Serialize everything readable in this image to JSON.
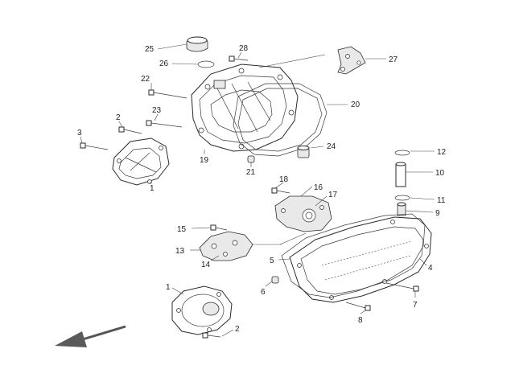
{
  "diagram": {
    "callouts": [
      {
        "id": "c25",
        "text": "25"
      },
      {
        "id": "c26",
        "text": "26"
      },
      {
        "id": "c28",
        "text": "28"
      },
      {
        "id": "c27",
        "text": "27"
      },
      {
        "id": "c22",
        "text": "22"
      },
      {
        "id": "c20",
        "text": "20"
      },
      {
        "id": "c23",
        "text": "23"
      },
      {
        "id": "c2a",
        "text": "2"
      },
      {
        "id": "c3",
        "text": "3"
      },
      {
        "id": "c19",
        "text": "19"
      },
      {
        "id": "c24",
        "text": "24"
      },
      {
        "id": "c21",
        "text": "21"
      },
      {
        "id": "c1a",
        "text": "1"
      },
      {
        "id": "c12",
        "text": "12"
      },
      {
        "id": "c10",
        "text": "10"
      },
      {
        "id": "c18",
        "text": "18"
      },
      {
        "id": "c16",
        "text": "16"
      },
      {
        "id": "c17",
        "text": "17"
      },
      {
        "id": "c11",
        "text": "11"
      },
      {
        "id": "c9",
        "text": "9"
      },
      {
        "id": "c15",
        "text": "15"
      },
      {
        "id": "c13",
        "text": "13"
      },
      {
        "id": "c14",
        "text": "14"
      },
      {
        "id": "c5",
        "text": "5"
      },
      {
        "id": "c4",
        "text": "4"
      },
      {
        "id": "c6",
        "text": "6"
      },
      {
        "id": "c7",
        "text": "7"
      },
      {
        "id": "c1b",
        "text": "1"
      },
      {
        "id": "c8",
        "text": "8"
      },
      {
        "id": "c2b",
        "text": "2"
      }
    ]
  }
}
